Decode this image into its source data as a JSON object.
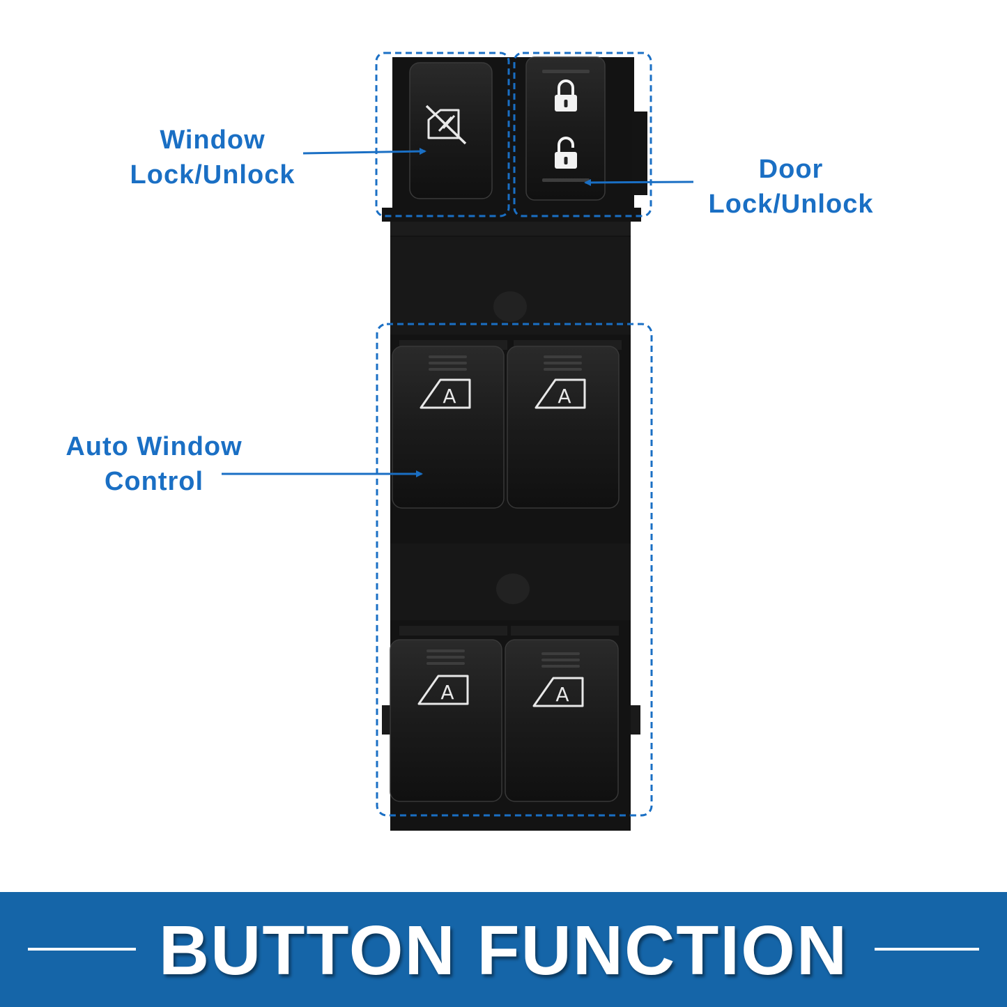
{
  "callouts": {
    "window_lock": {
      "line1": "Window",
      "line2": "Lock/Unlock"
    },
    "door_lock": {
      "line1": "Door",
      "line2": "Lock/Unlock"
    },
    "auto_window": {
      "line1": "Auto Window",
      "line2": "Control"
    }
  },
  "switch_glyphs": {
    "auto_letter": "A"
  },
  "banner": {
    "title": "BUTTON FUNCTION"
  },
  "colors": {
    "accent": "#1a6fc4",
    "banner": "#1565a8",
    "switch_body": "#121212",
    "highlight_box": "#1a6fc4"
  },
  "icons": [
    "window-lock-icon",
    "padlock-locked-icon",
    "padlock-unlocked-icon",
    "auto-window-icon",
    "arrow-icon"
  ]
}
